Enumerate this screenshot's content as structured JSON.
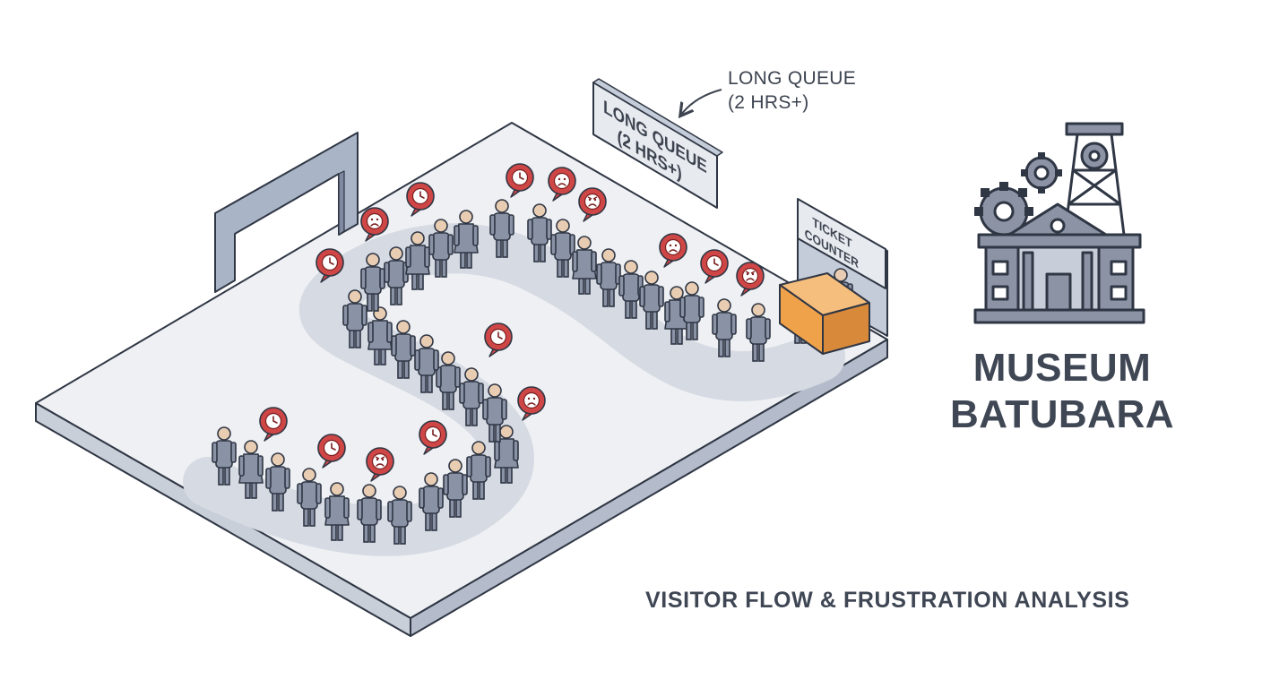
{
  "callout": {
    "line1": "LONG QUEUE",
    "line2": "(2 HRS+)"
  },
  "queue_sign": {
    "line1": "LONG QUEUE",
    "line2": "(2 HRS+)"
  },
  "ticket_sign": {
    "line1": "TICKET",
    "line2": "COUNTER"
  },
  "museum": {
    "line1": "MUSEUM",
    "line2": "BATUBARA",
    "icon": "museum-building-with-mine-headframe-and-gears-icon"
  },
  "caption": "VISITOR FLOW & FRUSTRATION ANALYSIS",
  "bubble_icons": [
    "clock-icon",
    "frown-face-icon",
    "angry-face-icon"
  ],
  "colors": {
    "floor": "#eef0f3",
    "path": "#d6dae3",
    "person": "#8a93a6",
    "person_outline": "#2f3644",
    "skin": "#e9cdb2",
    "bubble": "#cf4646",
    "counter": "#f0a24a",
    "wall": "#a9b4c6",
    "text": "#3f4654"
  }
}
